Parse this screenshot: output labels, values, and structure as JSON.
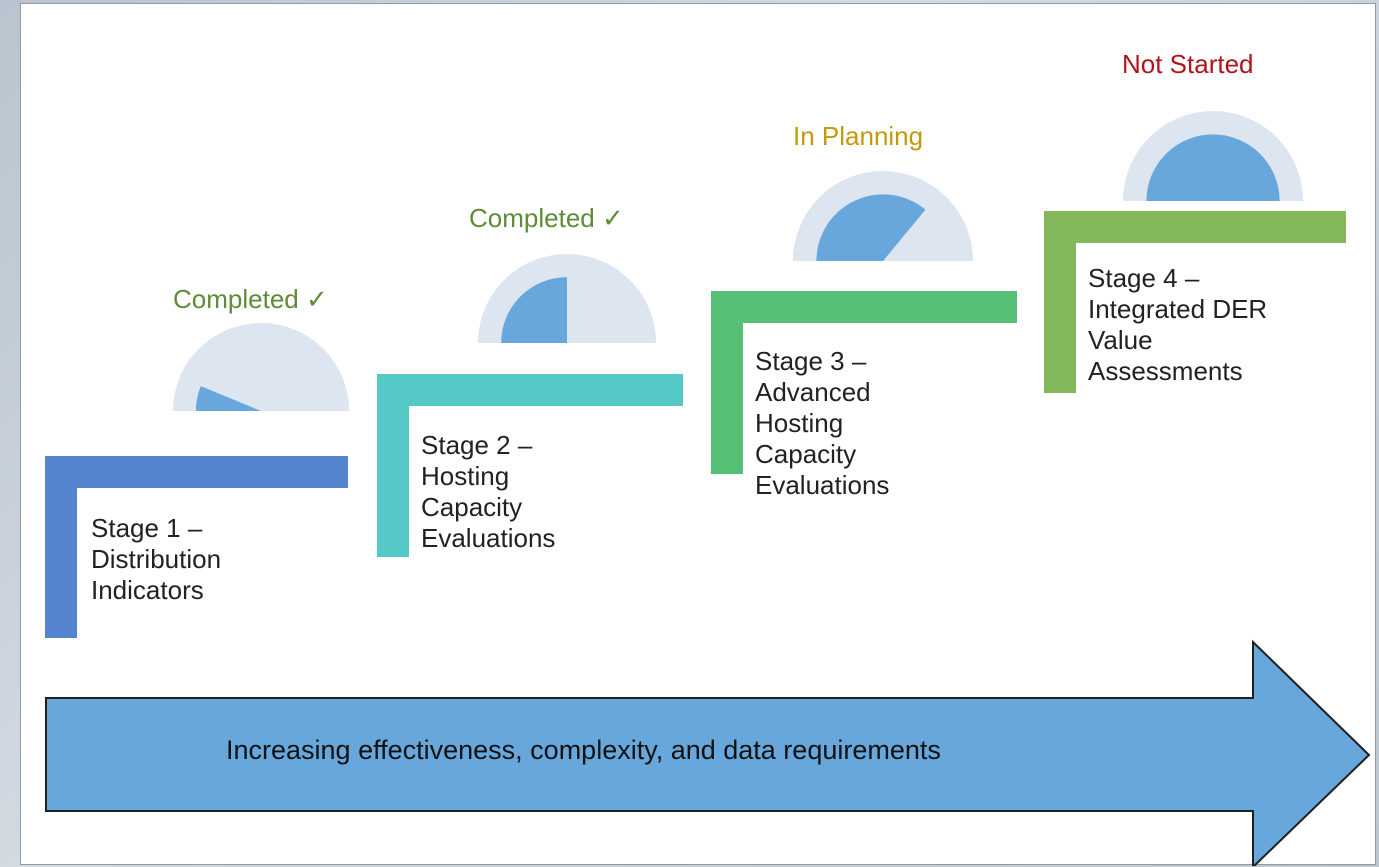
{
  "colors": {
    "stage1": "#5585cf",
    "stage2": "#55c9c7",
    "stage3": "#57bf75",
    "stage4": "#82b85a",
    "gauge_bg": "#dde5f1",
    "gauge_fill": "#67a7db",
    "arrow": "#67a7db",
    "completed": "#5e8c38",
    "in_planning": "#c49a0a",
    "not_started": "#b0141b"
  },
  "stages": [
    {
      "title": "Stage 1 –",
      "lines": [
        "Distribution",
        "Indicators"
      ],
      "status": "Completed ✓",
      "status_kind": "completed",
      "progress": 0.125
    },
    {
      "title": "Stage 2 –",
      "lines": [
        "Hosting",
        "Capacity",
        "Evaluations"
      ],
      "status": "Completed ✓",
      "status_kind": "completed",
      "progress": 0.5
    },
    {
      "title": "Stage 3 –",
      "lines": [
        "Advanced",
        "Hosting",
        "Capacity",
        "Evaluations"
      ],
      "status": "In Planning",
      "status_kind": "in_planning",
      "progress": 0.72
    },
    {
      "title": "Stage 4 –",
      "lines": [
        "Integrated DER",
        "Value",
        "Assessments"
      ],
      "status": "Not Started",
      "status_kind": "not_started",
      "progress": 1.0
    }
  ],
  "arrow": {
    "text": "Increasing effectiveness, complexity, and data requirements"
  }
}
